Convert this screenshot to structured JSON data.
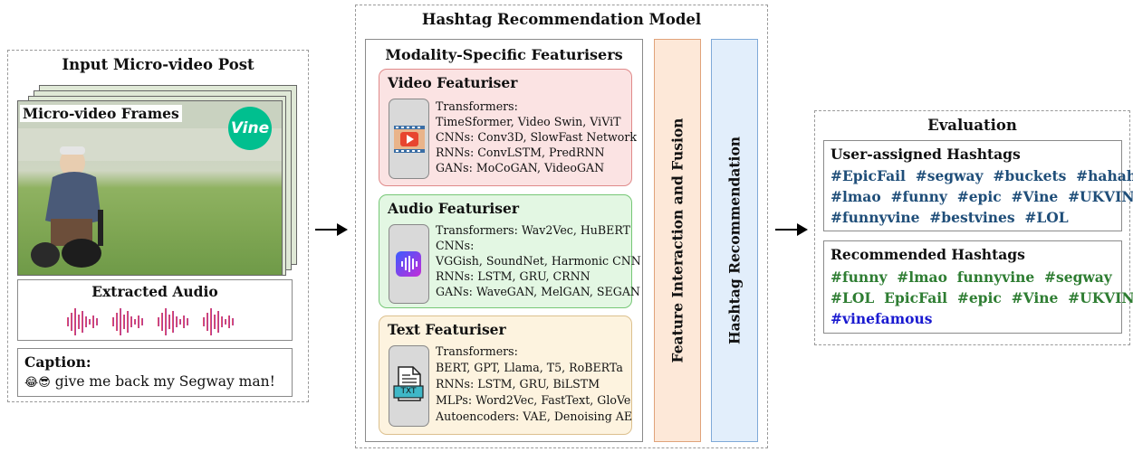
{
  "input_panel": {
    "title": "Input Micro-video Post",
    "frames_label": "Micro-video Frames",
    "logo_text": "Vine",
    "audio_label": "Extracted Audio",
    "caption_label": "Caption:",
    "caption_emoji": "😂😎",
    "caption_text": "give me back my Segway man!"
  },
  "model": {
    "title": "Hashtag Recommendation Model",
    "featurisers_title": "Modality-Specific Featurisers",
    "video": {
      "title": "Video Featuriser",
      "lines": [
        "Transformers:",
        "TimeSformer, Video Swin, ViViT",
        "CNNs: Conv3D, SlowFast Network",
        "RNNs: ConvLSTM, PredRNN",
        "GANs: MoCoGAN, VideoGAN"
      ]
    },
    "audio": {
      "title": "Audio Featuriser",
      "lines": [
        "Transformers: Wav2Vec, HuBERT",
        "CNNs:",
        "VGGish, SoundNet, Harmonic CNN",
        "RNNs: LSTM, GRU, CRNN",
        "GANs: WaveGAN, MelGAN, SEGAN"
      ]
    },
    "text": {
      "title": "Text Featuriser",
      "icon_label": "TXT",
      "lines": [
        "Transformers:",
        "BERT, GPT, Llama, T5, RoBERTa",
        "RNNs: LSTM, GRU, BiLSTM",
        "MLPs: Word2Vec, FastText, GloVe",
        "Autoencoders: VAE, Denoising AE"
      ]
    },
    "fusion_label": "Feature Interaction and Fusion",
    "recommendation_label": "Hashtag Recommendation"
  },
  "evaluation": {
    "title": "Evaluation",
    "user_title": "User-assigned Hashtags",
    "user_lines": [
      "#EpicFail  #segway  #buckets  #hahaha",
      "#lmao  #funny  #epic  #Vine  #UKVINERS",
      "#funnyvine  #bestvines  #LOL"
    ],
    "rec_title": "Recommended Hashtags",
    "rec_lines": [
      "#funny  #lmao  funnyvine  #segway",
      "#LOL  EpicFail  #epic  #Vine  #UKVINERS"
    ],
    "rec_extra": "#vinefamous"
  },
  "colors": {
    "video_bg": "#fbe3e3",
    "video_border": "#e08a8a",
    "audio_bg": "#e3f7e3",
    "audio_border": "#76c776",
    "text_bg": "#fdf3df",
    "text_border": "#dcc08e",
    "fusion_bg": "#fde8d8",
    "fusion_border": "#e0a37a",
    "recommend_bg": "#e2eefb",
    "recommend_border": "#7fa9d8",
    "user_tag": "#1f4e79",
    "rec_tag": "#2e7d32",
    "rec_extra": "#1a1ad0",
    "vine_green": "#00bf8f"
  }
}
